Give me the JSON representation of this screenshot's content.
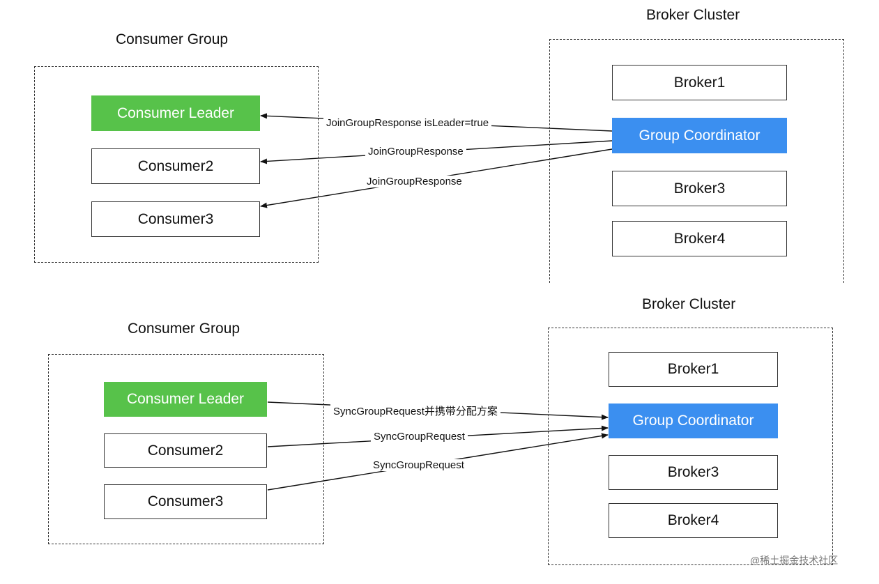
{
  "top": {
    "consumer_group_title": "Consumer Group",
    "broker_cluster_title": "Broker Cluster",
    "consumers": [
      "Consumer Leader",
      "Consumer2",
      "Consumer3"
    ],
    "brokers": [
      "Broker1",
      "Group Coordinator",
      "Broker3",
      "Broker4"
    ],
    "arrow_labels": [
      "JoinGroupResponse isLeader=true",
      "JoinGroupResponse",
      "JoinGroupResponse"
    ]
  },
  "bottom": {
    "consumer_group_title": "Consumer Group",
    "broker_cluster_title": "Broker Cluster",
    "consumers": [
      "Consumer Leader",
      "Consumer2",
      "Consumer3"
    ],
    "brokers": [
      "Broker1",
      "Group Coordinator",
      "Broker3",
      "Broker4"
    ],
    "arrow_labels": [
      "SyncGroupRequest并携带分配方案",
      "SyncGroupRequest",
      "SyncGroupRequest"
    ]
  },
  "watermark": "@稀土掘金技术社区",
  "colors": {
    "leader": "#57c24a",
    "coordinator": "#3b8ff0"
  }
}
